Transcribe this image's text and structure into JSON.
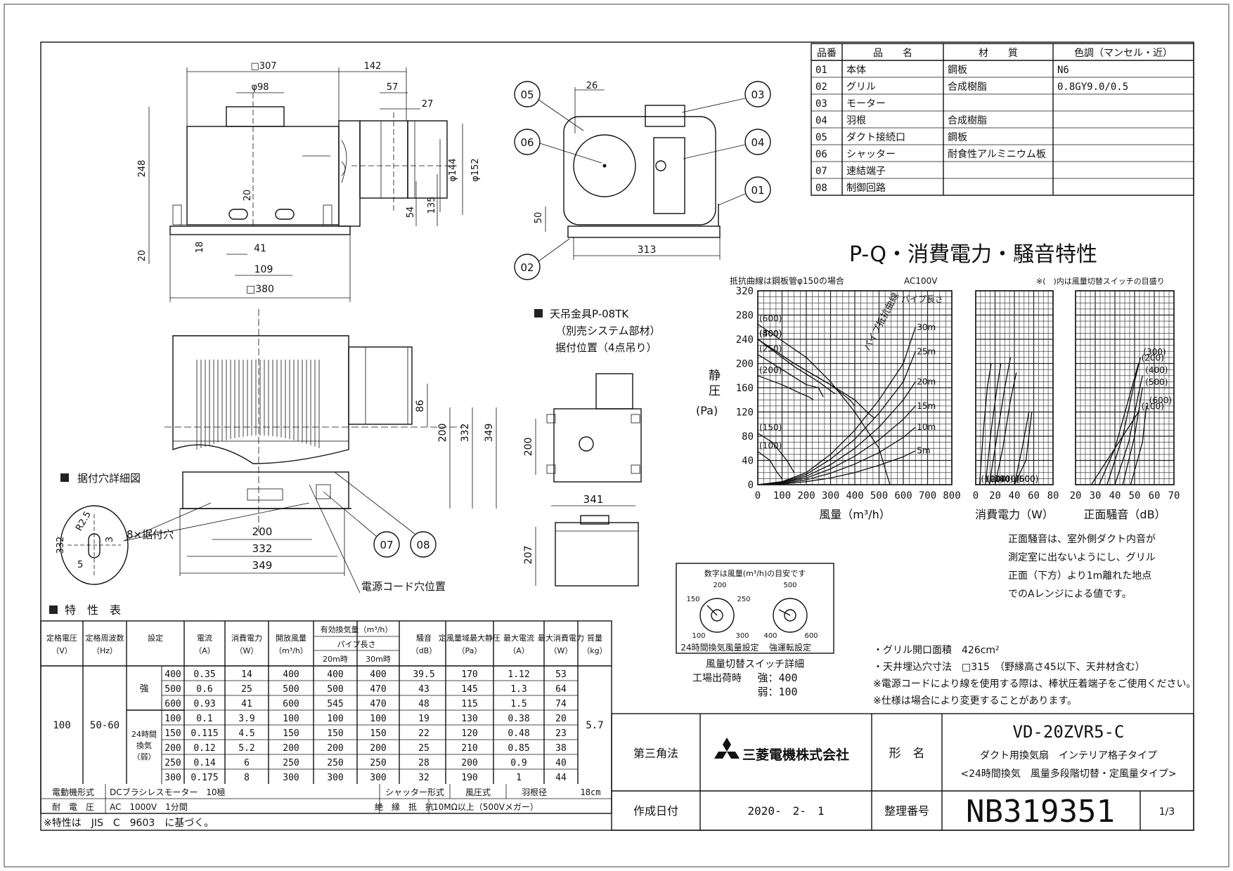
{
  "parts_table": {
    "headers": [
      "品番",
      "品　　名",
      "材　　質",
      "色調（マンセル・近）"
    ],
    "rows": [
      [
        "01",
        "本体",
        "鋼板",
        "N6"
      ],
      [
        "02",
        "グリル",
        "合成樹脂",
        "0.8GY9.0/0.5"
      ],
      [
        "03",
        "モーター",
        "",
        ""
      ],
      [
        "04",
        "羽根",
        "合成樹脂",
        ""
      ],
      [
        "05",
        "ダクト接続口",
        "鋼板",
        ""
      ],
      [
        "06",
        "シャッター",
        "耐食性アルミニウム板",
        ""
      ],
      [
        "07",
        "速結端子",
        "",
        ""
      ],
      [
        "08",
        "制御回路",
        "",
        ""
      ]
    ]
  },
  "front_view_dims": {
    "sq307": "□307",
    "d142": "142",
    "phi98": "φ98",
    "d57": "57",
    "d27": "27",
    "d248": "248",
    "d20a": "20",
    "phi144": "φ144",
    "phi152": "φ152",
    "d54": "54",
    "d135": "135",
    "d18": "18",
    "d41": "41",
    "d109": "109",
    "d20b": "20",
    "sq380": "□380"
  },
  "side_view_dims": {
    "d26": "26",
    "d50": "50",
    "d313": "313"
  },
  "part_callouts": [
    "05",
    "06",
    "03",
    "04",
    "01",
    "02",
    "07",
    "08"
  ],
  "hanger": {
    "title": "天吊金具P-08TK",
    "sub1": "（別売システム部材）",
    "sub2": "据付位置（4点吊り）",
    "d200": "200",
    "d341": "341",
    "d207": "207"
  },
  "bottom_view_dims": {
    "d86": "86",
    "d200v": "200",
    "d332v": "332",
    "d349v": "349",
    "d200h": "200",
    "d332h": "332",
    "d349h": "349"
  },
  "mount_detail": {
    "title": "据付穴詳細図",
    "d332": "332",
    "r25": "R2.5",
    "d3": "3",
    "d5": "5",
    "holes_label": "8×据付穴"
  },
  "cord_label": "電源コード穴位置",
  "chart_title": "P-Q・消費電力・騒音特性",
  "chart_notes": {
    "left": "抵抗曲線は鋼板管φ150の場合",
    "voltage": "AC100V",
    "right": "※(　)内は風量切替スイッチの目盛り",
    "pipe_len": "パイプ長さ",
    "pipe_curve": "パイプ抵抗曲線"
  },
  "chart_data": [
    {
      "type": "line",
      "title": "",
      "xlabel": "風量（m³/h）",
      "ylabel": "静圧（Pa）",
      "xlim": [
        0,
        800
      ],
      "ylim": [
        0,
        320
      ],
      "x_ticks": [
        0,
        100,
        200,
        300,
        400,
        500,
        600,
        700,
        800
      ],
      "y_ticks": [
        0,
        40,
        80,
        120,
        160,
        200,
        240,
        280,
        320
      ],
      "series": [
        {
          "name": "(600)",
          "x": [
            0,
            200,
            300,
            400,
            500,
            545
          ],
          "y": [
            265,
            210,
            170,
            120,
            60,
            0
          ]
        },
        {
          "name": "(500)",
          "x": [
            0,
            150,
            300,
            400,
            450,
            480
          ],
          "y": [
            240,
            200,
            165,
            140,
            120,
            110
          ]
        },
        {
          "name": "(400)",
          "x": [
            0,
            150,
            300,
            380,
            400
          ],
          "y": [
            240,
            200,
            165,
            140,
            130
          ]
        },
        {
          "name": "(300)",
          "x": [
            0,
            150,
            250,
            300,
            320
          ],
          "y": [
            240,
            195,
            170,
            155,
            150
          ]
        },
        {
          "name": "(250)",
          "x": [
            0,
            100,
            200,
            250,
            270
          ],
          "y": [
            215,
            190,
            165,
            160,
            145
          ]
        },
        {
          "name": "(200)",
          "x": [
            0,
            100,
            180,
            210,
            230
          ],
          "y": [
            180,
            165,
            150,
            145,
            140
          ]
        },
        {
          "name": "(150)",
          "x": [
            0,
            60,
            120,
            150
          ],
          "y": [
            85,
            70,
            40,
            20
          ]
        },
        {
          "name": "(100)",
          "x": [
            0,
            50,
            80,
            100
          ],
          "y": [
            55,
            40,
            20,
            10
          ]
        }
      ],
      "resistance_curves": [
        {
          "name": "30m",
          "x": [
            0,
            100,
            200,
            300,
            400,
            500,
            600,
            650
          ],
          "y": [
            0,
            5,
            20,
            50,
            90,
            140,
            200,
            260
          ]
        },
        {
          "name": "25m",
          "x": [
            0,
            100,
            200,
            300,
            400,
            500,
            600,
            650
          ],
          "y": [
            0,
            4,
            17,
            42,
            75,
            118,
            170,
            220
          ]
        },
        {
          "name": "20m",
          "x": [
            0,
            100,
            200,
            300,
            400,
            500,
            600,
            650
          ],
          "y": [
            0,
            3,
            14,
            33,
            60,
            95,
            140,
            170
          ]
        },
        {
          "name": "15m",
          "x": [
            0,
            100,
            200,
            300,
            400,
            500,
            600,
            650
          ],
          "y": [
            0,
            3,
            11,
            26,
            47,
            74,
            108,
            130
          ]
        },
        {
          "name": "10m",
          "x": [
            0,
            100,
            200,
            300,
            400,
            500,
            600,
            650
          ],
          "y": [
            0,
            2,
            8,
            19,
            34,
            53,
            78,
            95
          ]
        },
        {
          "name": "5m",
          "x": [
            0,
            100,
            200,
            300,
            400,
            500,
            600,
            650
          ],
          "y": [
            0,
            1,
            5,
            11,
            20,
            32,
            46,
            56
          ]
        }
      ]
    },
    {
      "type": "line",
      "title": "",
      "xlabel": "消費電力（W）",
      "ylabel": "",
      "xlim": [
        0,
        80
      ],
      "ylim": [
        0,
        320
      ],
      "x_ticks": [
        0,
        20,
        40,
        60,
        80
      ],
      "series": [
        {
          "name": "(100)",
          "x": [
            4,
            8,
            12,
            16
          ],
          "y": [
            0,
            90,
            160,
            200
          ]
        },
        {
          "name": "(200)",
          "x": [
            10,
            16,
            22,
            26
          ],
          "y": [
            0,
            90,
            160,
            200
          ]
        },
        {
          "name": "(300)",
          "x": [
            14,
            22,
            30,
            36
          ],
          "y": [
            0,
            80,
            160,
            210
          ]
        },
        {
          "name": "(400)",
          "x": [
            20,
            28,
            36,
            42
          ],
          "y": [
            0,
            60,
            140,
            185
          ]
        },
        {
          "name": "(500)",
          "x": [
            40,
            48,
            55
          ],
          "y": [
            0,
            60,
            120
          ]
        },
        {
          "name": "(600)",
          "x": [
            40,
            52,
            58
          ],
          "y": [
            0,
            40,
            120
          ]
        }
      ]
    },
    {
      "type": "line",
      "title": "",
      "xlabel": "正面騒音（dB）",
      "ylabel": "",
      "xlim": [
        20,
        70
      ],
      "ylim": [
        0,
        320
      ],
      "x_ticks": [
        20,
        30,
        40,
        50,
        60,
        70
      ],
      "series": [
        {
          "name": "(100)",
          "x": [
            28,
            36,
            44,
            52
          ],
          "y": [
            0,
            40,
            80,
            120
          ]
        },
        {
          "name": "(200)",
          "x": [
            32,
            40,
            46,
            52
          ],
          "y": [
            0,
            60,
            130,
            200
          ]
        },
        {
          "name": "(300)",
          "x": [
            36,
            44,
            50,
            53
          ],
          "y": [
            0,
            80,
            170,
            210
          ]
        },
        {
          "name": "(400)",
          "x": [
            40,
            47,
            52,
            54
          ],
          "y": [
            0,
            70,
            150,
            180
          ]
        },
        {
          "name": "(500)",
          "x": [
            44,
            50,
            54
          ],
          "y": [
            0,
            80,
            160
          ]
        },
        {
          "name": "(600)",
          "x": [
            48,
            54,
            56
          ],
          "y": [
            0,
            70,
            130
          ]
        }
      ]
    }
  ],
  "noise_note": [
    "正面騒音は、室外側ダクト内音が",
    "測定室に出ないようにし、グリル",
    "正面（下方）より1m離れた地点",
    "でのAレンジによる値です。"
  ],
  "switch_detail": {
    "heading": "数字は風量(m³/h)の目安です",
    "dial1_title": "24時間換気風量設定",
    "dial1_marks": [
      "100",
      "150",
      "200",
      "250",
      "300"
    ],
    "dial2_title": "強運転設定",
    "dial2_marks": [
      "400",
      "500",
      "600"
    ],
    "caption": "風量切替スイッチ詳細",
    "factory": "工場出荷時",
    "strong": "強：400",
    "weak": "弱：100"
  },
  "notes": [
    "・グリル開口面積　426cm²",
    "・天井埋込穴寸法　□315　（野縁高さ45以下、天井材含む）",
    "※電源コードにより線を使用する際は、棒状圧着端子をご使用ください。",
    "※仕様は場合により変更することがあります。"
  ],
  "spec_table": {
    "title": "特　性　表",
    "headers": [
      "定格電圧（V）",
      "定格周波数（Hz）",
      "設定",
      "電流（A）",
      "消費電力（W）",
      "開放風量（m³/h）",
      "有効換気量（m³/h）",
      "騒音（dB）",
      "定風量域最大静圧（Pa）",
      "最大電流（A）",
      "最大消費電力（W）",
      "質量（kg）"
    ],
    "subheader": "パイプ長さ",
    "sub_cols": [
      "20m時",
      "30m時"
    ],
    "voltage": "100",
    "freq": "50-60",
    "mass": "5.7",
    "group_strong": "強",
    "group_weak": "24時間換気（弱）",
    "rows": [
      [
        "400",
        "0.35",
        "14",
        "400",
        "400",
        "400",
        "39.5",
        "170",
        "1.12",
        "53"
      ],
      [
        "500",
        "0.6",
        "25",
        "500",
        "500",
        "470",
        "43",
        "145",
        "1.3",
        "64"
      ],
      [
        "600",
        "0.93",
        "41",
        "600",
        "545",
        "470",
        "48",
        "115",
        "1.5",
        "74"
      ],
      [
        "100",
        "0.1",
        "3.9",
        "100",
        "100",
        "100",
        "19",
        "130",
        "0.38",
        "20"
      ],
      [
        "150",
        "0.115",
        "4.5",
        "150",
        "150",
        "150",
        "22",
        "120",
        "0.48",
        "23"
      ],
      [
        "200",
        "0.12",
        "5.2",
        "200",
        "200",
        "200",
        "25",
        "210",
        "0.85",
        "38"
      ],
      [
        "250",
        "0.14",
        "6",
        "250",
        "250",
        "250",
        "28",
        "200",
        "0.9",
        "40"
      ],
      [
        "300",
        "0.175",
        "8",
        "300",
        "300",
        "300",
        "32",
        "190",
        "1",
        "44"
      ]
    ],
    "motor_label": "電動機形式",
    "motor": "DCブラシレスモーター　10極",
    "shutter_label": "シャッター形式",
    "shutter": "風圧式",
    "blade_label": "羽根径",
    "blade": "18cm",
    "withstand_label": "耐　電　圧",
    "withstand": "AC　1000V　1分間",
    "insul_label": "絶　縁　抵　抗",
    "insul": "10MΩ以上（500Vメガー）",
    "footnote": "※特性は　JIS　C　9603　に基づく。"
  },
  "title_block": {
    "projection": "第三角法",
    "company": "三菱電機株式会社",
    "form_label": "形　名",
    "model": "VD-20ZVR5-C",
    "desc1": "ダクト用換気扇　インテリア格子タイプ",
    "desc2": "<24時間換気　風量多段階切替・定風量タイプ>",
    "date_label": "作成日付",
    "date": "2020-　2-　1",
    "number_label": "整理番号",
    "number": "NB319351",
    "page": "1/3"
  }
}
